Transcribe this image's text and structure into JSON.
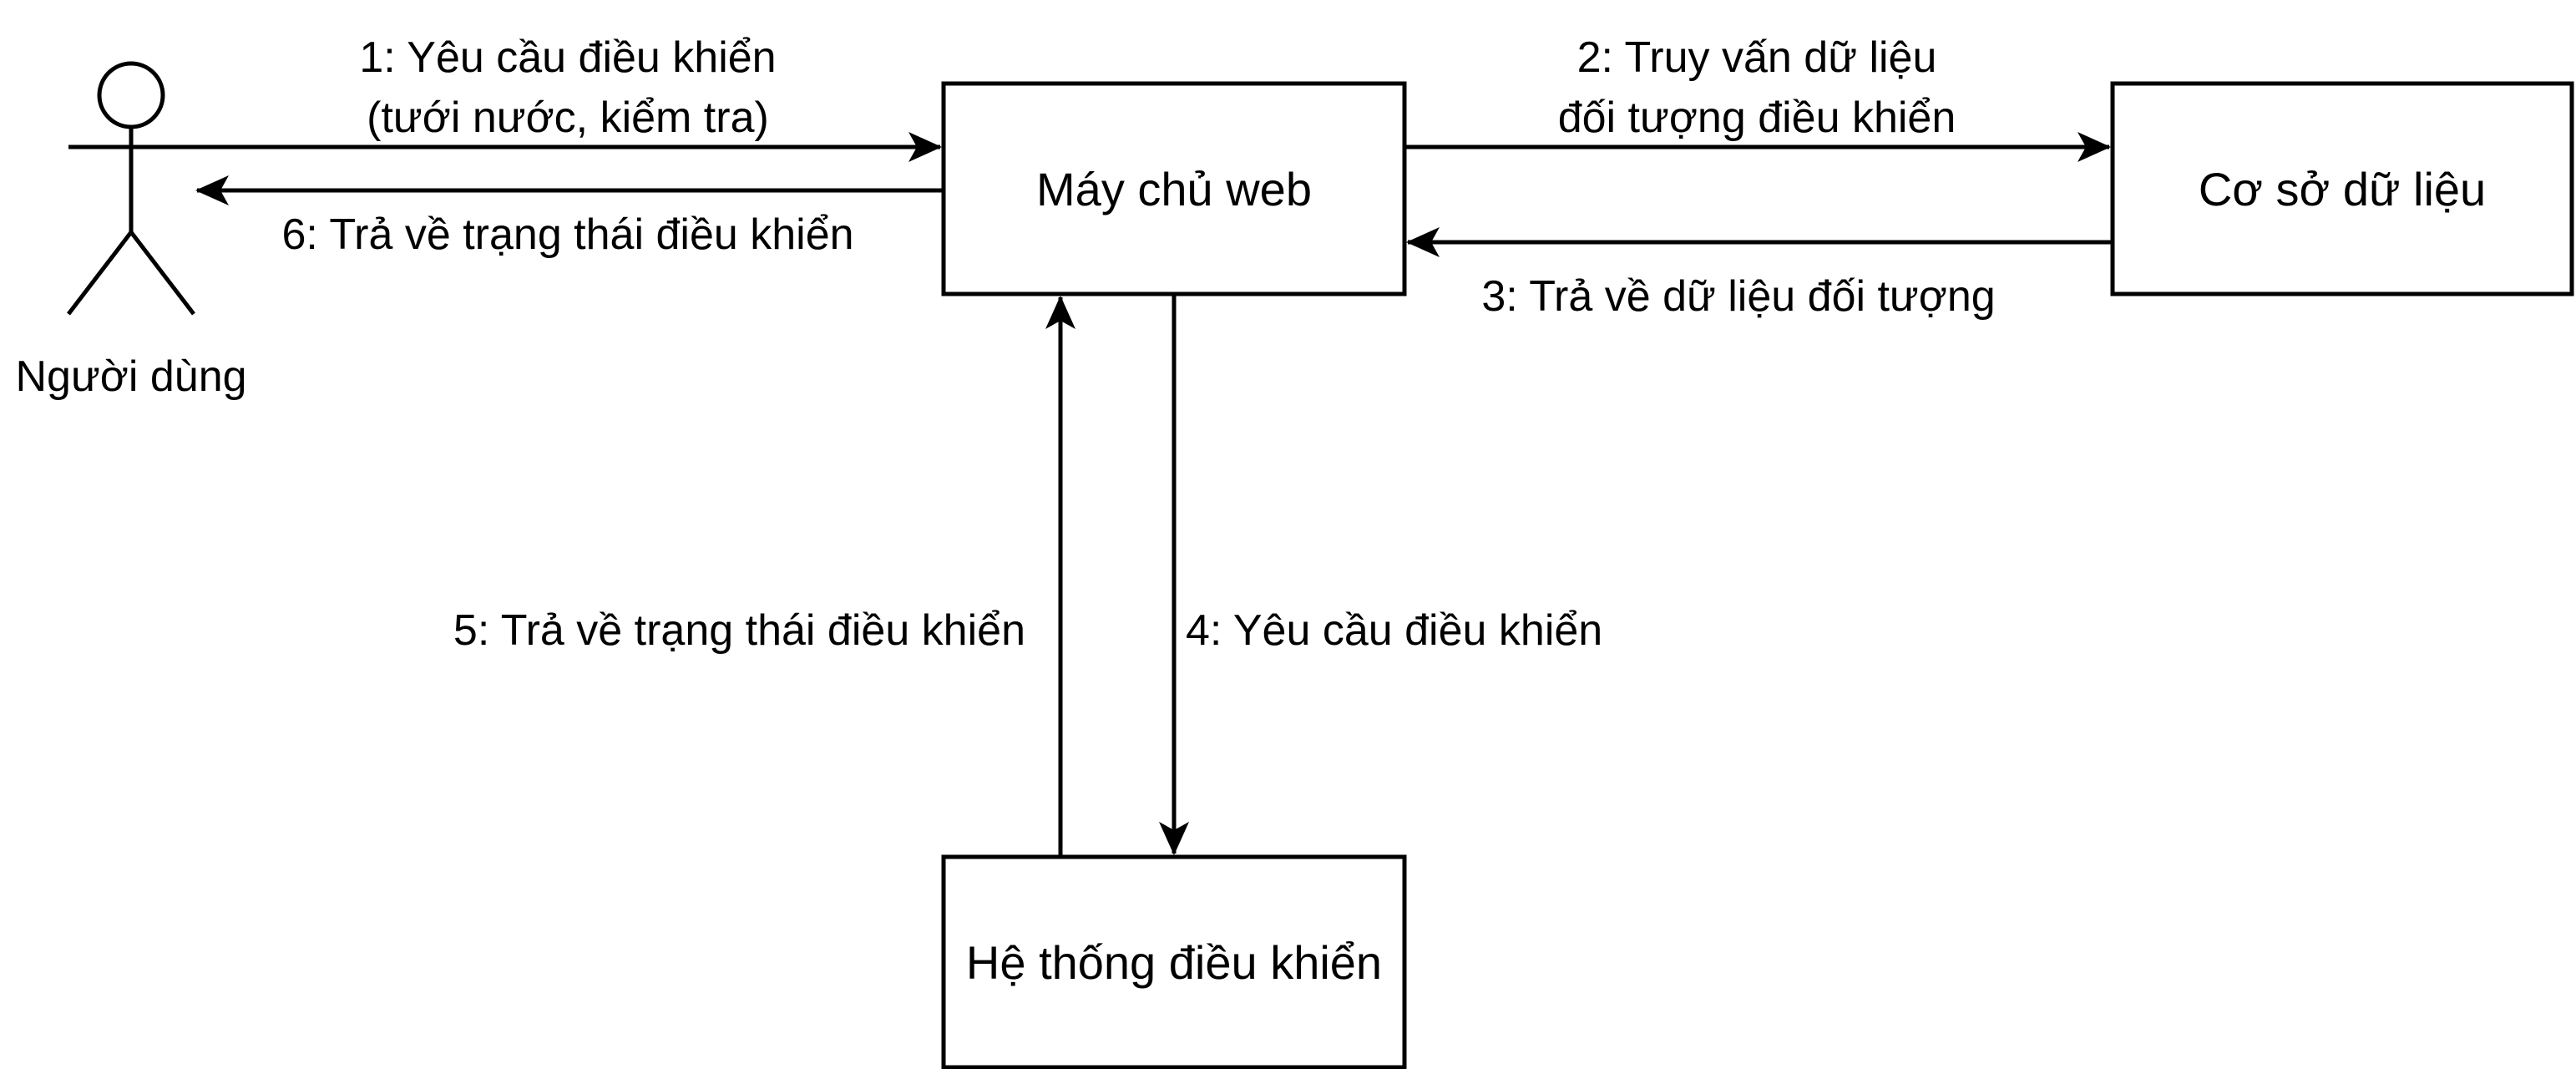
{
  "actor": {
    "label": "Người dùng"
  },
  "nodes": {
    "web_server": {
      "label": "Máy chủ web"
    },
    "database": {
      "label": "Cơ sở dữ liệu"
    },
    "control_system": {
      "label": "Hệ thống điều khiển"
    }
  },
  "edges": {
    "e1": {
      "line1": "1: Yêu cầu điều khiển",
      "line2": "(tưới nước, kiểm tra)"
    },
    "e2": {
      "line1": "2: Truy vấn dữ liệu",
      "line2": "đối tượng điều khiển"
    },
    "e3": {
      "label": "3: Trả về dữ liệu đối tượng"
    },
    "e4": {
      "label": "4: Yêu cầu điều khiển"
    },
    "e5": {
      "label": "5: Trả về trạng thái điều khiển"
    },
    "e6": {
      "label": "6: Trả về trạng thái điều khiển"
    }
  },
  "colors": {
    "stroke": "#000000",
    "background": "#ffffff",
    "text": "#000000"
  }
}
